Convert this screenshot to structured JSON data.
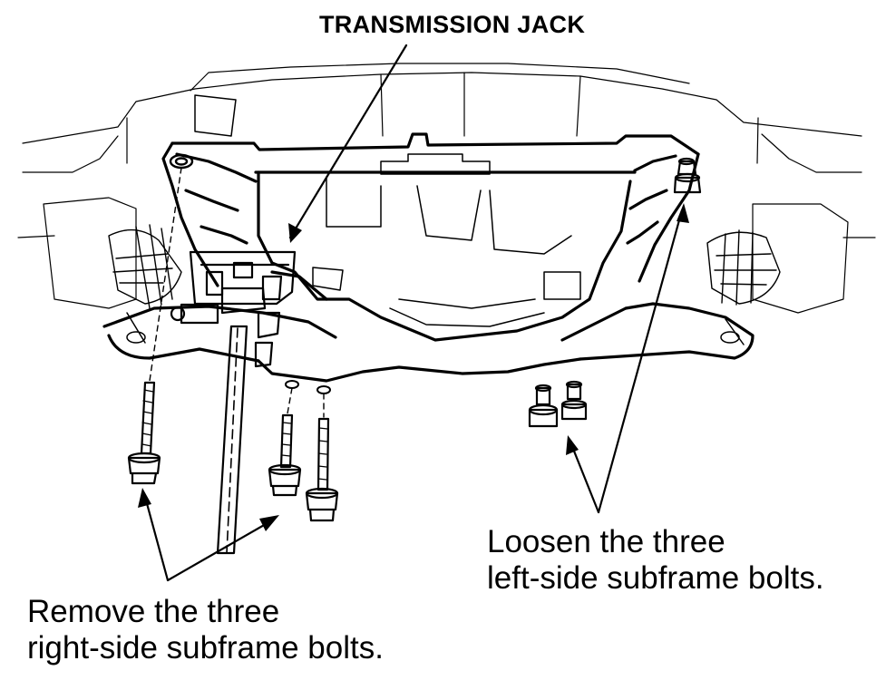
{
  "title": "TRANSMISSION JACK",
  "right_side_caption": {
    "line1": "Remove the three",
    "line2": "right-side subframe bolts."
  },
  "left_side_caption": {
    "line1": "Loosen the three",
    "line2": "left-side subframe bolts."
  },
  "colors": {
    "ink": "#000000",
    "paper": "#ffffff"
  }
}
